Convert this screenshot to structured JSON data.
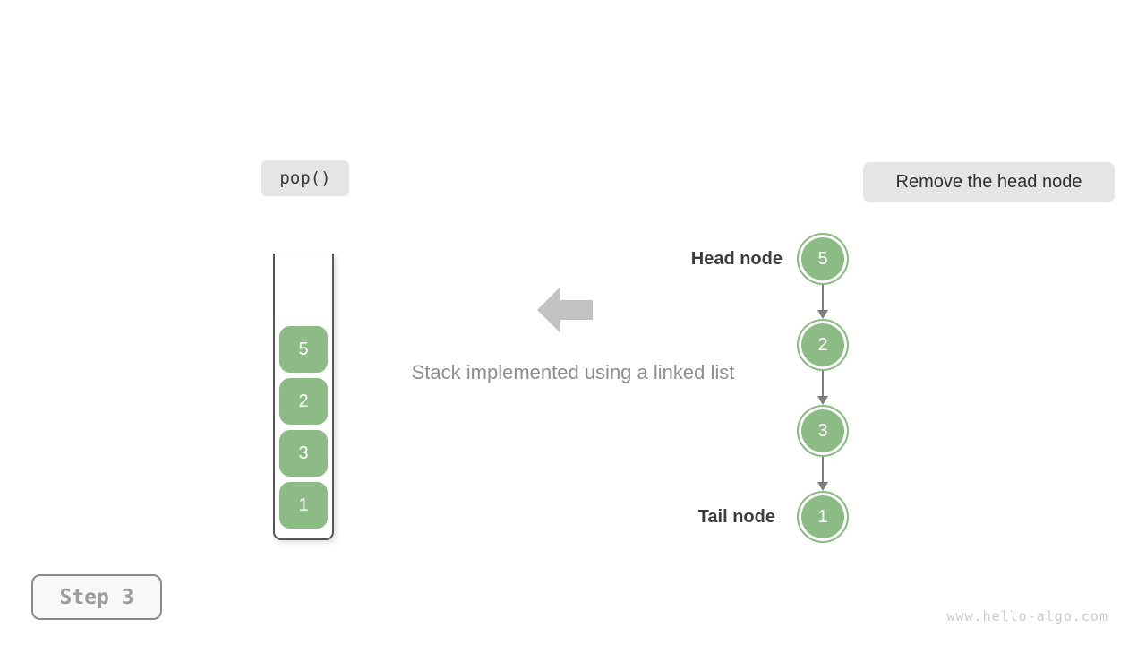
{
  "operation_box": {
    "label": "pop()"
  },
  "note_box": {
    "label": "Remove the head node"
  },
  "caption": {
    "text": "Stack implemented using a linked list"
  },
  "stack": {
    "items": [
      "5",
      "2",
      "3",
      "1"
    ]
  },
  "linked_list": {
    "head_label": "Head node",
    "tail_label": "Tail node",
    "nodes": [
      "5",
      "2",
      "3",
      "1"
    ]
  },
  "step_box": {
    "label": "Step 3"
  },
  "watermark": {
    "text": "www.hello-algo.com"
  },
  "colors": {
    "node_green": "#8cbb85",
    "label_box_gray": "#e5e5e5",
    "block_arrow_gray": "#c2c2c2",
    "connector_gray": "#7d7d7d",
    "container_border": "#565656",
    "caption_gray": "#8d8d8d",
    "step_text_gray": "#9c9c9c",
    "watermark_gray": "#c9c9c9"
  }
}
